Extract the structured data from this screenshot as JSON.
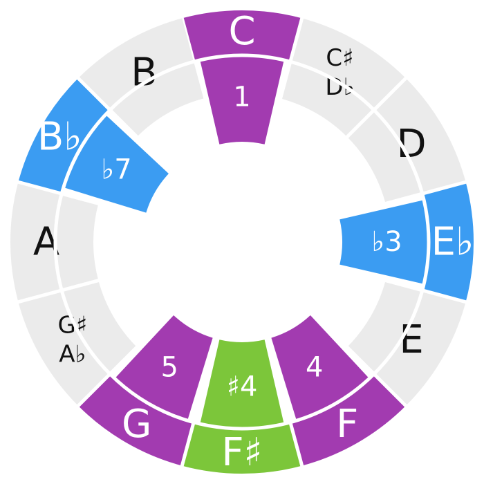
{
  "colors": {
    "inactive": "#ebebeb",
    "root": "#a23bb0",
    "scale": "#a23bb0",
    "blue": "#3b9cf2",
    "green": "#7cc63a",
    "dark_text": "#111111",
    "light_text": "#ffffff"
  },
  "notes": [
    {
      "id": "c",
      "lines": [
        "C"
      ],
      "color": "root",
      "degree": "1"
    },
    {
      "id": "c-sharp",
      "lines": [
        "C♯",
        "D♭"
      ],
      "color": "inactive",
      "degree": ""
    },
    {
      "id": "d",
      "lines": [
        "D"
      ],
      "color": "inactive",
      "degree": ""
    },
    {
      "id": "e-flat",
      "lines": [
        "E♭"
      ],
      "color": "blue",
      "degree": "♭3"
    },
    {
      "id": "e",
      "lines": [
        "E"
      ],
      "color": "inactive",
      "degree": ""
    },
    {
      "id": "f",
      "lines": [
        "F"
      ],
      "color": "scale",
      "degree": "4"
    },
    {
      "id": "f-sharp",
      "lines": [
        "F♯"
      ],
      "color": "green",
      "degree": "♯4"
    },
    {
      "id": "g",
      "lines": [
        "G"
      ],
      "color": "scale",
      "degree": "5"
    },
    {
      "id": "g-sharp",
      "lines": [
        "G♯",
        "A♭"
      ],
      "color": "inactive",
      "degree": ""
    },
    {
      "id": "a",
      "lines": [
        "A"
      ],
      "color": "inactive",
      "degree": ""
    },
    {
      "id": "b-flat",
      "lines": [
        "B♭"
      ],
      "color": "blue",
      "degree": "♭7"
    },
    {
      "id": "b",
      "lines": [
        "B"
      ],
      "color": "inactive",
      "degree": ""
    }
  ]
}
